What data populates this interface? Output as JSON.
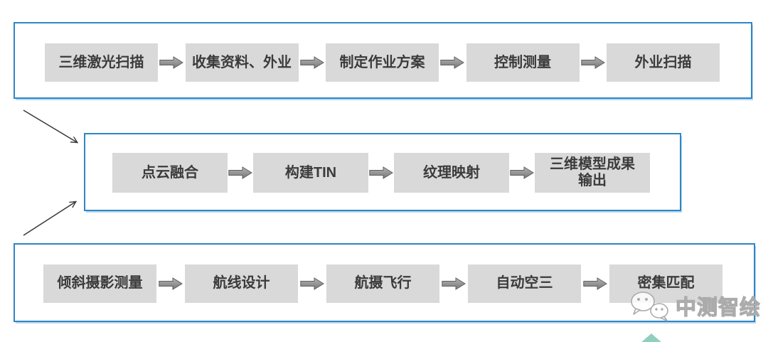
{
  "diagram": {
    "rows": [
      {
        "id": "laser-scan-flow",
        "steps": [
          "三维激光扫描",
          "收集资料、外业",
          "制定作业方案",
          "控制测量",
          "外业扫描"
        ]
      },
      {
        "id": "model-build-flow",
        "steps": [
          "点云融合",
          "构建TIN",
          "纹理映射",
          "三维模型成果\n输出"
        ]
      },
      {
        "id": "oblique-photo-flow",
        "steps": [
          "倾斜摄影测量",
          "航线设计",
          "航摄飞行",
          "自动空三",
          "密集匹配"
        ]
      }
    ]
  },
  "watermark": {
    "brand": "中测智绘",
    "icon": "wechat-icon"
  },
  "colors": {
    "container_border": "#2e86c5",
    "box_fill": "#d9d9d9",
    "box_text": "#3b3b3b",
    "block_arrow_light": "#b3b3b3",
    "block_arrow_dark": "#787878",
    "block_arrow_stroke": "#5f5f5f",
    "connector": "#3a3a3a",
    "watermark_outline": "#ababab",
    "teal_accent": "#6cbfa7"
  }
}
